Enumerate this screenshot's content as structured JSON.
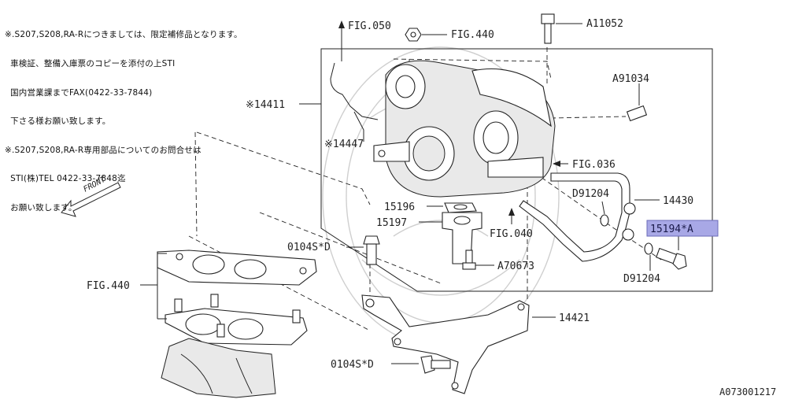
{
  "notes": [
    "※.S207,S208,RA-Rにつきましては、限定補修品となります。",
    "  車検証、整備入庫票のコピーを添付の上STI",
    "  国内営業課までFAX(0422-33-7844)",
    "  下さる様お願い致します。",
    "※.S207,S208,RA-R専用部品についてのお問合せは",
    "  STI(株)TEL 0422-33-7848迄",
    "  お願い致します。"
  ],
  "labels": {
    "fig050": "FIG.050",
    "fig440_top": "FIG.440",
    "a11052": "A11052",
    "a91034": "A91034",
    "p14411": "※14411",
    "p14447": "※14447",
    "fig036": "FIG.036",
    "d91204_top": "D91204",
    "p14430": "14430",
    "p15196": "15196",
    "p15197": "15197",
    "fig040": "FIG.040",
    "p15194": "15194*A",
    "d0104s_top": "0104S*D",
    "a70673": "A70673",
    "d91204_bottom": "D91204",
    "fig440_left": "FIG.440",
    "p14421": "14421",
    "d0104s_bottom": "0104S*D",
    "front": "FRONT",
    "drawing_id": "A073001217"
  },
  "colors": {
    "highlight_fill": "#a8a8e6",
    "highlight_border": "#6b6bb8",
    "line": "#222222",
    "watermark": "#cfcfcf"
  }
}
